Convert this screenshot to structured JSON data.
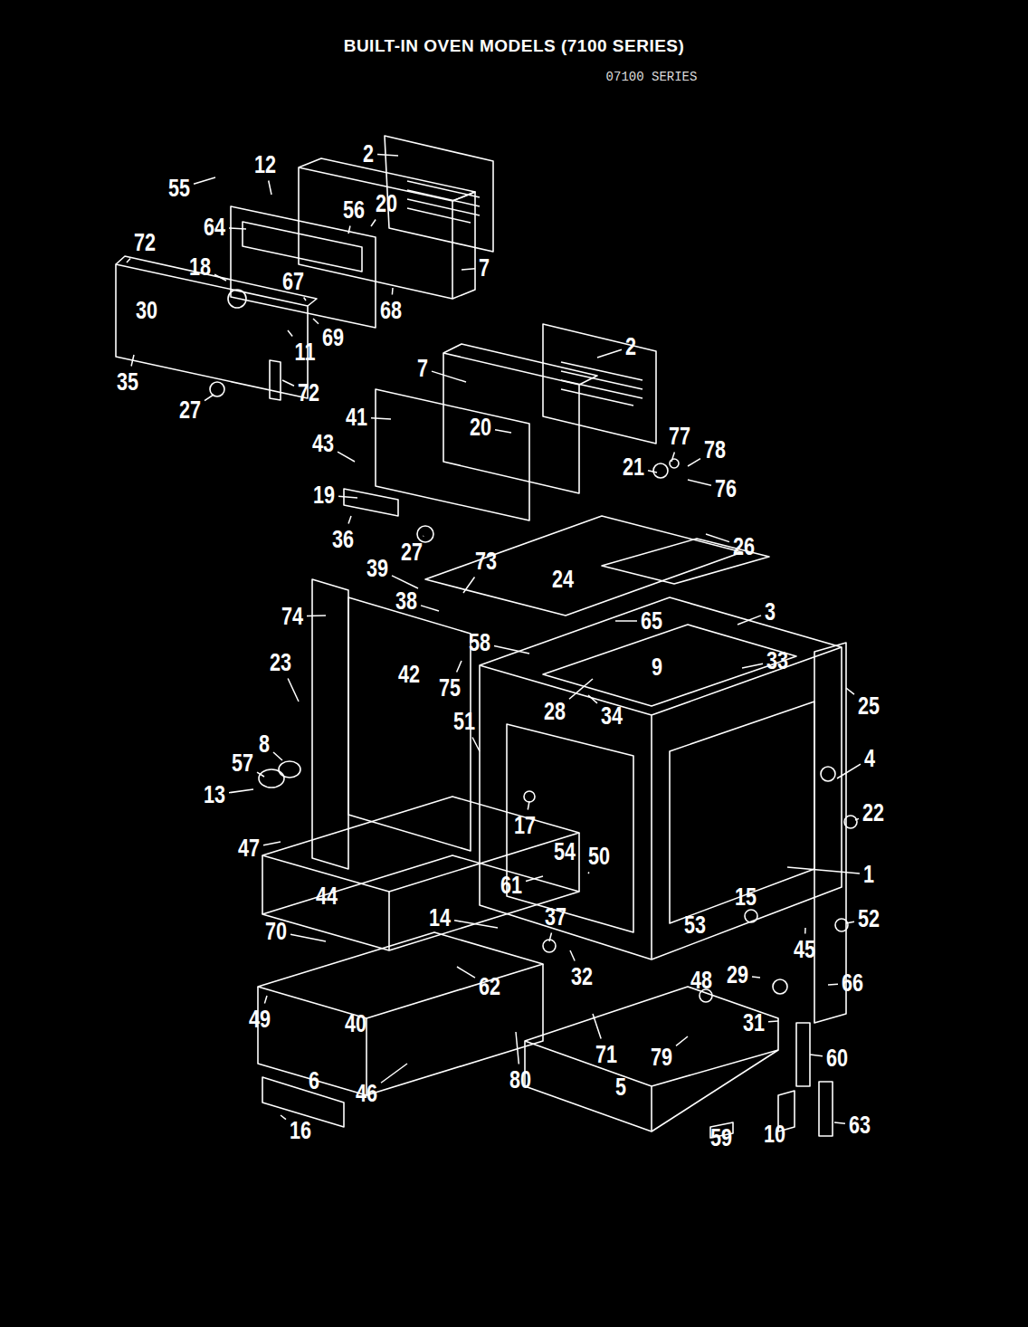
{
  "diagram": {
    "title": "BUILT-IN OVEN MODELS (7100 SERIES)",
    "labels": [
      "07100 SERIES",
      "2",
      "12",
      "55",
      "56",
      "20",
      "64",
      "72",
      "18",
      "7",
      "67",
      "68",
      "30",
      "69",
      "11",
      "35",
      "72",
      "27",
      "2",
      "7",
      "41",
      "20",
      "77",
      "78",
      "21",
      "76",
      "43",
      "19",
      "36",
      "27",
      "26",
      "73",
      "39",
      "24",
      "38",
      "65",
      "3",
      "74",
      "58",
      "33",
      "9",
      "23",
      "42",
      "75",
      "25",
      "28",
      "34",
      "51",
      "8",
      "57",
      "4",
      "13",
      "22",
      "17",
      "54",
      "50",
      "47",
      "1",
      "61",
      "44",
      "15",
      "37",
      "14",
      "52",
      "53",
      "70",
      "45",
      "32",
      "62",
      "48",
      "29",
      "66",
      "49",
      "40",
      "31",
      "71",
      "79",
      "60",
      "6",
      "80",
      "46",
      "5",
      "63",
      "16",
      "59",
      "10"
    ]
  }
}
